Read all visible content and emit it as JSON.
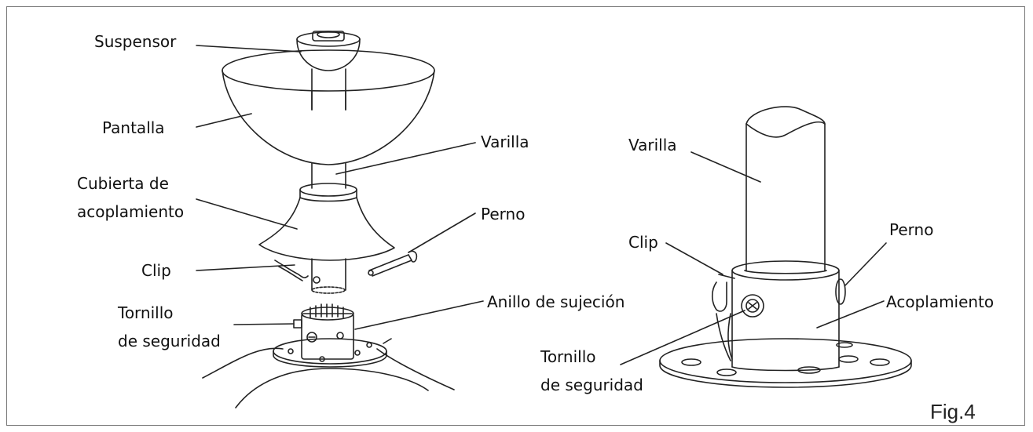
{
  "figure": {
    "caption": "Fig.4",
    "left_labels": {
      "suspensor": "Suspensor",
      "pantalla": "Pantalla",
      "varilla": "Varilla",
      "cubierta": "Cubierta de",
      "cubierta2": "acoplamiento",
      "perno": "Perno",
      "clip": "Clip",
      "anillo": "Anillo de sujeción",
      "tornillo": "Tornillo",
      "tornillo2": "de seguridad"
    },
    "right_labels": {
      "varilla": "Varilla",
      "clip": "Clip",
      "perno": "Perno",
      "acoplamiento": "Acoplamiento",
      "tornillo": "Tornillo",
      "tornillo2": "de seguridad"
    }
  }
}
